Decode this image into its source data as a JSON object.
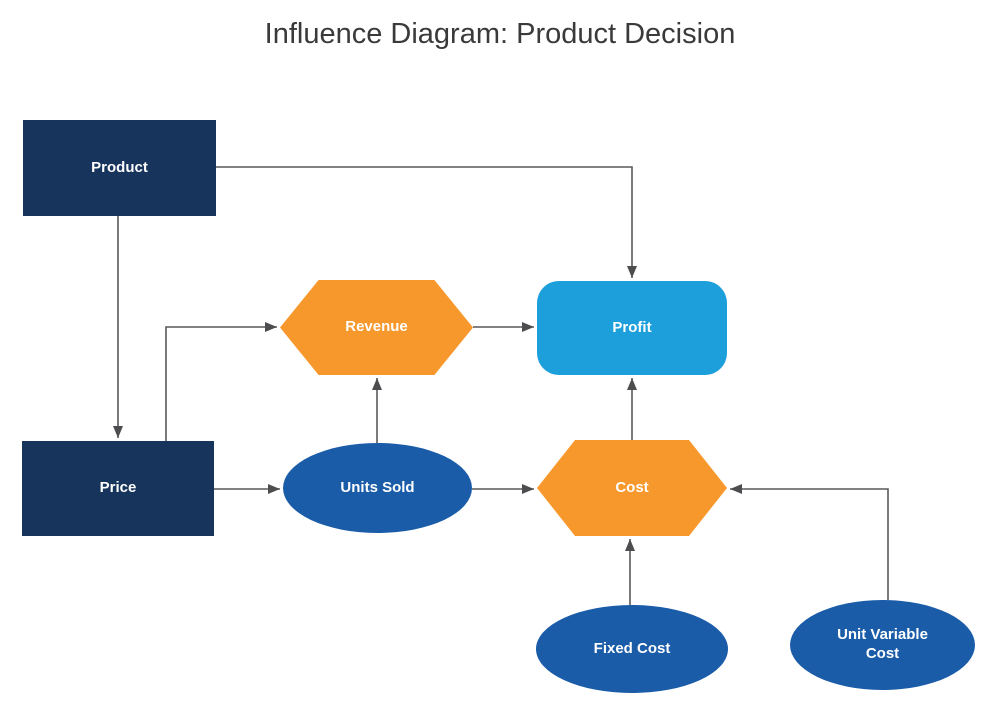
{
  "title": "Influence Diagram: Product Decision",
  "colors": {
    "decision_navy": "#17355C",
    "intermediate_orange": "#F7982D",
    "objective_light_blue": "#1C9FDA",
    "uncertainty_blue": "#1A5CA8",
    "connector_gray": "#595959",
    "title_text": "#3A3A3A",
    "node_text": "#FFFFFF",
    "background": "#FFFFFF"
  },
  "nodes": {
    "product": {
      "label": "Product",
      "shape": "rectangle",
      "color": "#17355C"
    },
    "price": {
      "label": "Price",
      "shape": "rectangle",
      "color": "#17355C"
    },
    "revenue": {
      "label": "Revenue",
      "shape": "hexagon",
      "color": "#F7982D"
    },
    "profit": {
      "label": "Profit",
      "shape": "rounded-rectangle",
      "color": "#1C9FDA"
    },
    "units_sold": {
      "label": "Units Sold",
      "shape": "ellipse",
      "color": "#1A5CA8"
    },
    "cost": {
      "label": "Cost",
      "shape": "hexagon",
      "color": "#F7982D"
    },
    "fixed_cost": {
      "label": "Fixed Cost",
      "shape": "ellipse",
      "color": "#1A5CA8"
    },
    "unit_variable_cost": {
      "label": "Unit Variable Cost",
      "shape": "ellipse",
      "color": "#1A5CA8"
    }
  },
  "edges": [
    {
      "from": "Product",
      "to": "Price"
    },
    {
      "from": "Product",
      "to": "Profit"
    },
    {
      "from": "Price",
      "to": "Revenue"
    },
    {
      "from": "Price",
      "to": "Units Sold"
    },
    {
      "from": "Units Sold",
      "to": "Revenue"
    },
    {
      "from": "Revenue",
      "to": "Profit"
    },
    {
      "from": "Units Sold",
      "to": "Cost"
    },
    {
      "from": "Cost",
      "to": "Profit"
    },
    {
      "from": "Fixed Cost",
      "to": "Cost"
    },
    {
      "from": "Unit Variable Cost",
      "to": "Cost"
    }
  ]
}
